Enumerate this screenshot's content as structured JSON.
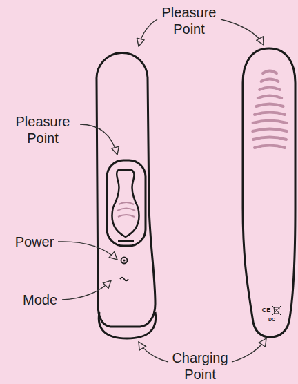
{
  "diagram": {
    "labels": [
      "Pleasure Point",
      "Pleasure Point",
      "Power",
      "Mode",
      "Charging Point",
      "CE",
      "DC"
    ]
  }
}
